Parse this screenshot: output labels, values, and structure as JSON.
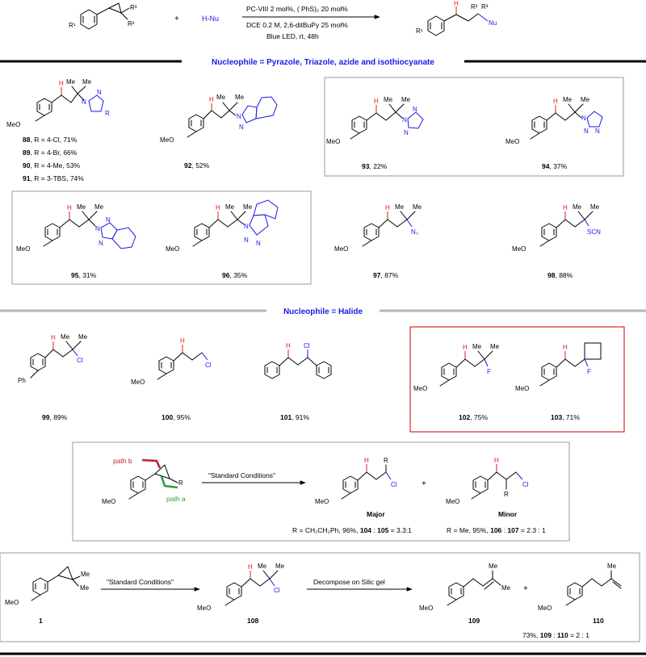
{
  "colors": {
    "nucleophile": "#1a1ae6",
    "hydrogen": "#e01b1b",
    "header": "#1a1ae6",
    "highlight_box": "#d62b2b",
    "path_a": "#2a9d3a",
    "path_b": "#c0203a"
  },
  "reaction": {
    "plus": "+",
    "nucleophile": "H-Nu",
    "conditions_1": "PC-VIII 2 mol%,  ( PhS)₂ 20 mol%",
    "conditions_2": "DCE 0.2 M, 2,6-ditBuPy 25 mol%",
    "conditions_3": "Blue LED, rt, 48h",
    "r1": "R¹",
    "r2": "R²",
    "r3": "R³",
    "h": "H",
    "nu": "Nu"
  },
  "sections": {
    "azole_header": "Nucleophile = Pyrazole, Triazole, azide and isothiocyanate",
    "halide_header": "Nucleophile = Halide"
  },
  "atoms": {
    "meo": "MeO",
    "me": "Me",
    "h": "H",
    "n": "N",
    "cl": "Cl",
    "f": "F",
    "ph": "Ph",
    "r": "R",
    "n3": "N₃",
    "scn": "SCN",
    "plus": "+"
  },
  "compounds": [
    {
      "id": "88",
      "label": ", R = 4-Cl, 71%"
    },
    {
      "id": "89",
      "label": ", R = 4-Br, 66%"
    },
    {
      "id": "90",
      "label": ", R = 4-Me, 53%"
    },
    {
      "id": "91",
      "label": ", R = 3-TBS, 74%"
    },
    {
      "id": "92",
      "label": ", 52%"
    },
    {
      "id": "93",
      "label": ", 22%"
    },
    {
      "id": "94",
      "label": ", 37%"
    },
    {
      "id": "95",
      "label": ", 31%"
    },
    {
      "id": "96",
      "label": ", 35%"
    },
    {
      "id": "97",
      "label": ", 87%"
    },
    {
      "id": "98",
      "label": ",  88%"
    },
    {
      "id": "99",
      "label": ", 89%"
    },
    {
      "id": "100",
      "label": ", 95%"
    },
    {
      "id": "101",
      "label": ", 91%"
    },
    {
      "id": "102",
      "label": ", 75%"
    },
    {
      "id": "103",
      "label": ", 71%"
    }
  ],
  "mechanism": {
    "path_b": "path b",
    "path_a": "path a",
    "arrow_label": "\"Standard Conditions\"",
    "major": "Major",
    "minor": "Minor",
    "major_note_pre": "R = CH₂CH₂Ph, 96%, ",
    "major_note_a": "104",
    "major_note_sep": " : ",
    "major_note_b": "105",
    "major_note_post": " = 3.3:1",
    "minor_note_pre": "R = Me, 95%, ",
    "minor_note_a": "106",
    "minor_note_sep": " : ",
    "minor_note_b": "107",
    "minor_note_post": " = 2.3 : 1"
  },
  "decomposition": {
    "arrow1_label": "\"Standard Conditions\"",
    "arrow2_label": "Decompose on Silic gel",
    "c1": "1",
    "c108": "108",
    "c109": "109",
    "c110": "110",
    "ratio_pre": "73%, ",
    "ratio_a": "109",
    "ratio_sep": " : ",
    "ratio_b": "110",
    "ratio_post": " = 2 : 1"
  }
}
